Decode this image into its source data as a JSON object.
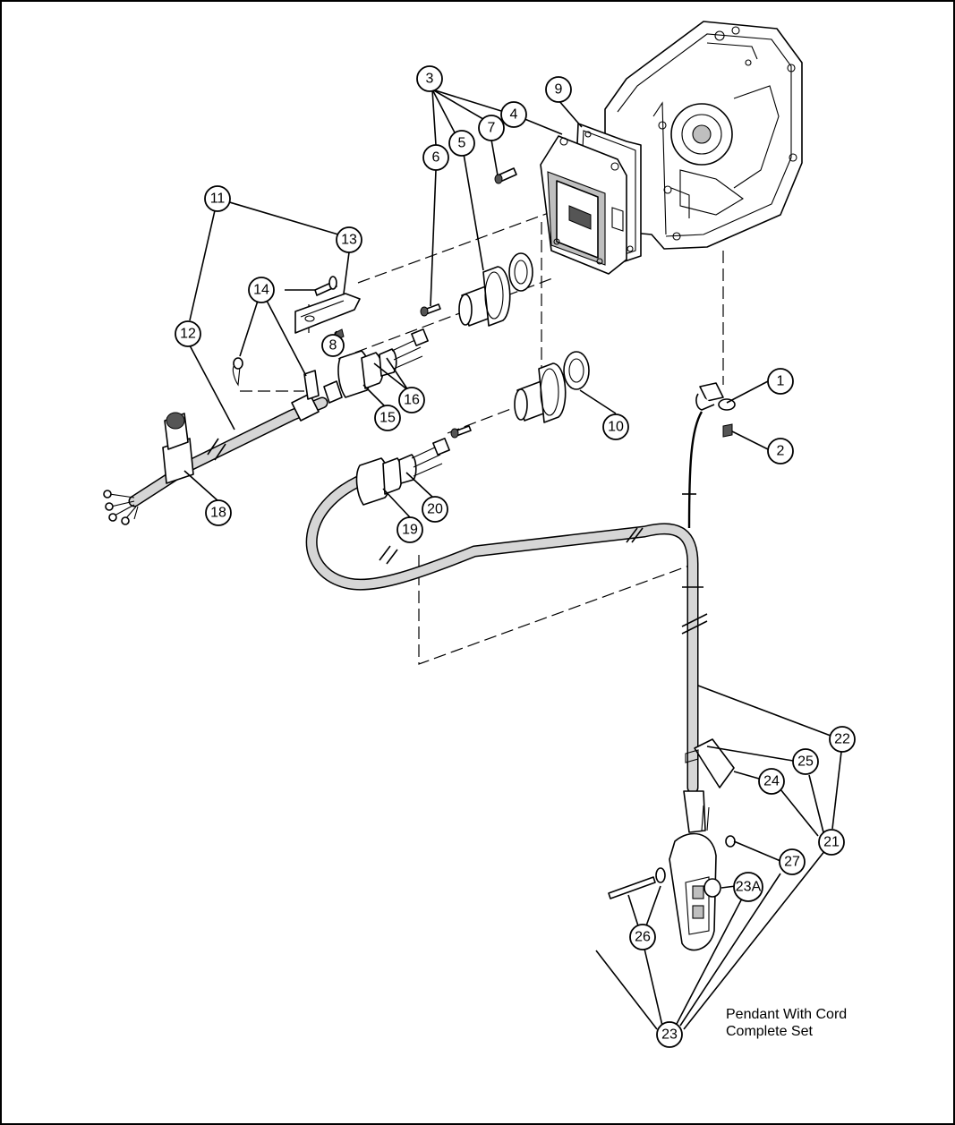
{
  "callouts": {
    "c1": "1",
    "c2": "2",
    "c3": "3",
    "c4": "4",
    "c5": "5",
    "c6": "6",
    "c7": "7",
    "c8": "8",
    "c9": "9",
    "c10": "10",
    "c11": "11",
    "c12": "12",
    "c13": "13",
    "c14": "14",
    "c15": "15",
    "c16": "16",
    "c18": "18",
    "c19": "19",
    "c20": "20",
    "c21": "21",
    "c22": "22",
    "c23": "23",
    "c23a": "23A",
    "c24": "24",
    "c25": "25",
    "c26": "26",
    "c27": "27"
  },
  "caption": {
    "line1": "Pendant With Cord",
    "line2": "Complete Set"
  }
}
